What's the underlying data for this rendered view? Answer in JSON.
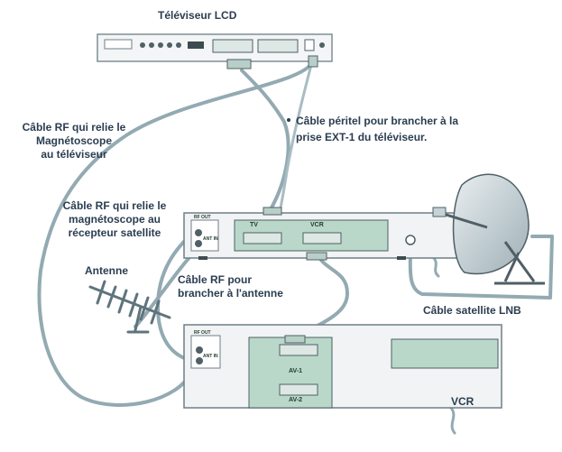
{
  "labels": {
    "tv": "Téléviseur LCD",
    "rf_vcr_tv": [
      "Câble RF qui relie le",
      "Magnétoscope",
      "au téléviseur"
    ],
    "peritel": [
      "Câble péritel pour brancher à la",
      "prise EXT-1 du téléviseur."
    ],
    "rf_vcr_sat": [
      "Câble RF qui relie le",
      "magnétoscope au",
      "récepteur satellite"
    ],
    "antenne": "Antenne",
    "rf_antenne": [
      "Câble RF pour",
      "brancher à l'antenne"
    ],
    "lnb": "Câble satellite LNB",
    "vcr": "VCR"
  },
  "device_labels": {
    "receiver_tv": "TV",
    "receiver_vcr": "VCR",
    "vcr_av1": "AV-1",
    "vcr_av2": "AV-2",
    "rf_out": "RF OUT",
    "ant_in": "ANT IN"
  },
  "colors": {
    "device_fill": "#f1f3f4",
    "device_stroke": "#6f7f86",
    "panel_fill": "#b9d8c9",
    "cable": "#93aab2",
    "cable_dark": "#5f747c",
    "text": "#2b3d50"
  }
}
